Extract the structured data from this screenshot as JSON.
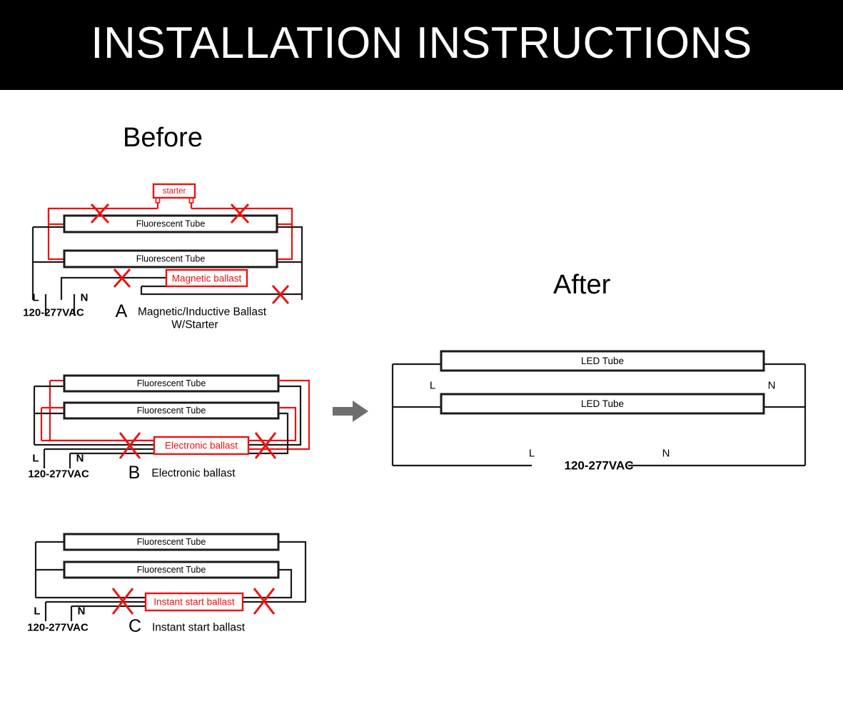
{
  "header": {
    "title": "INSTALLATION INSTRUCTIONS",
    "background_color": "#000000",
    "text_color": "#ffffff"
  },
  "sections": {
    "before_heading": "Before",
    "after_heading": "After"
  },
  "colors": {
    "wire_black": "#1a1a1a",
    "wire_red": "#ee1111",
    "arrow_gray": "#6e6e6e",
    "page_background": "#ffffff"
  },
  "transition_arrow": {
    "icon": "arrow-right-icon",
    "color": "#6e6e6e",
    "direction": "right"
  },
  "diagram_a": {
    "id": "A",
    "letter": "A",
    "caption_line1": "Magnetic/Inductive  Ballast",
    "caption_line2": "W/Starter",
    "tube_top_label": "Fluorescent Tube",
    "tube_bottom_label": "Fluorescent Tube",
    "starter_label": "starter",
    "ballast_label": "Magnetic ballast",
    "terminal_l": "L",
    "terminal_n": "N",
    "voltage": "120-277VAC",
    "x_marks_count": 4
  },
  "diagram_b": {
    "id": "B",
    "letter": "B",
    "caption_line1": "Electronic ballast",
    "tube_top_label": "Fluorescent Tube",
    "tube_bottom_label": "Fluorescent Tube",
    "ballast_label": "Electronic  ballast",
    "terminal_l": "L",
    "terminal_n": "N",
    "voltage": "120-277VAC",
    "x_marks_count": 2
  },
  "diagram_c": {
    "id": "C",
    "letter": "C",
    "caption_line1": "Instant start ballast",
    "tube_top_label": "Fluorescent Tube",
    "tube_bottom_label": "Fluorescent Tube",
    "ballast_label": "Instant  start  ballast",
    "terminal_l": "L",
    "terminal_n": "N",
    "voltage": "120-277VAC",
    "x_marks_count": 2
  },
  "diagram_after": {
    "id": "After",
    "tube_top_label": "LED  Tube",
    "tube_bottom_label": "LED  Tube",
    "terminal_l_inner": "L",
    "terminal_n_inner": "N",
    "terminal_l_bottom": "L",
    "terminal_n_bottom": "N",
    "voltage": "120-277VAC"
  }
}
